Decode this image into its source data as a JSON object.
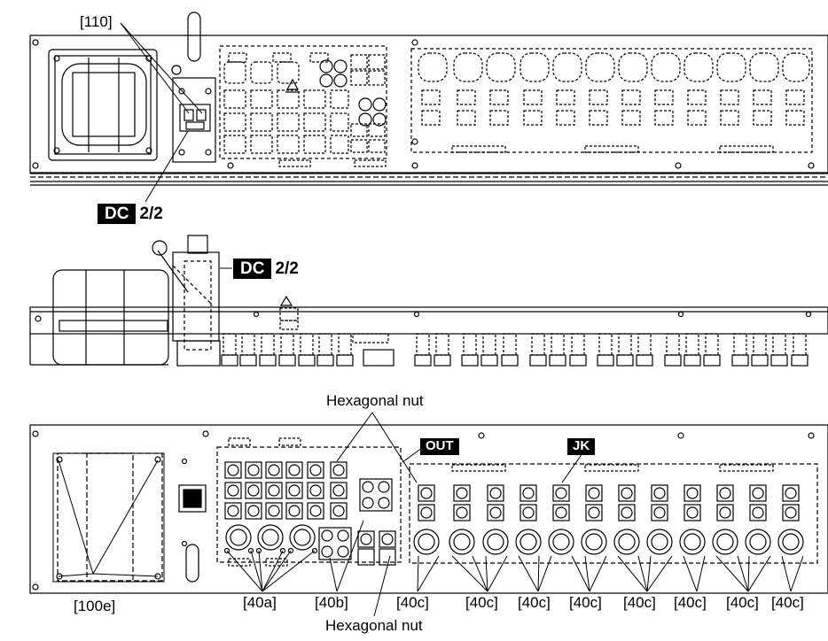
{
  "labels": {
    "ref_110": "[110]",
    "dc_top": "DC",
    "dc_top_sub": "2/2",
    "dc_mid": "DC",
    "dc_mid_sub": "2/2",
    "hex_nut_top": "Hexagonal nut",
    "hex_nut_bottom": "Hexagonal nut",
    "out": "OUT",
    "jk": "JK",
    "ref_100e": "[100e]",
    "ref_40a": "[40a]",
    "ref_40b": "[40b]",
    "ref_40c": [
      "[40c]",
      "[40c]",
      "[40c]",
      "[40c]",
      "[40c]",
      "[40c]",
      "[40c]",
      "[40c]"
    ]
  },
  "colors": {
    "ink": "#000000",
    "badge_bg": "#000000",
    "badge_fg": "#ffffff"
  }
}
